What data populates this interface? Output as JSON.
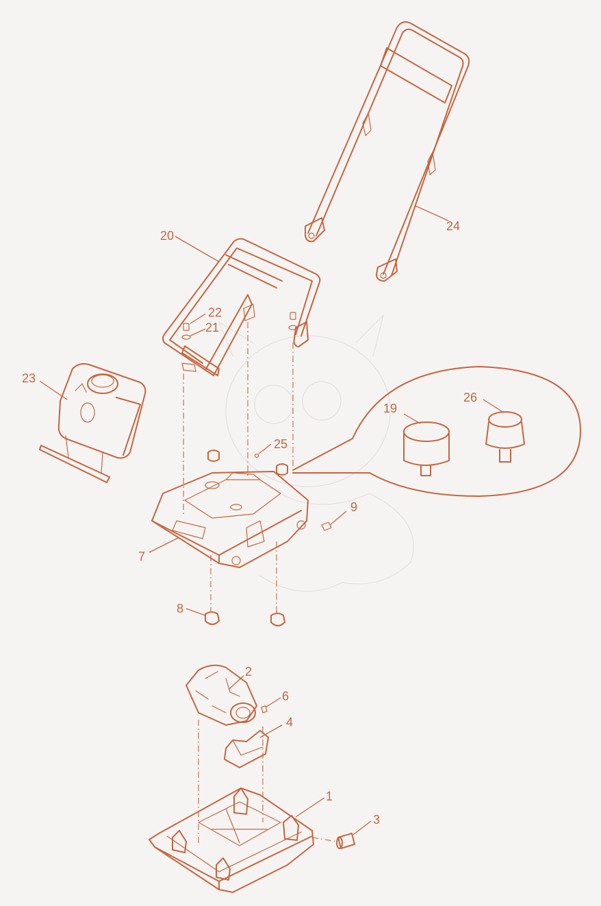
{
  "labels": [
    {
      "id": "1",
      "text": "1"
    },
    {
      "id": "2",
      "text": "2"
    },
    {
      "id": "3",
      "text": "3"
    },
    {
      "id": "4",
      "text": "4"
    },
    {
      "id": "6",
      "text": "6"
    },
    {
      "id": "7",
      "text": "7"
    },
    {
      "id": "8",
      "text": "8"
    },
    {
      "id": "9",
      "text": "9"
    },
    {
      "id": "19",
      "text": "19"
    },
    {
      "id": "20",
      "text": "20"
    },
    {
      "id": "21",
      "text": "21"
    },
    {
      "id": "22",
      "text": "22"
    },
    {
      "id": "23",
      "text": "23"
    },
    {
      "id": "24",
      "text": "24"
    },
    {
      "id": "25",
      "text": "25"
    },
    {
      "id": "26",
      "text": "26"
    }
  ],
  "colors": {
    "line": "#c8643c",
    "background": "#f6f4f3",
    "watermark": "#d9d1cc"
  }
}
